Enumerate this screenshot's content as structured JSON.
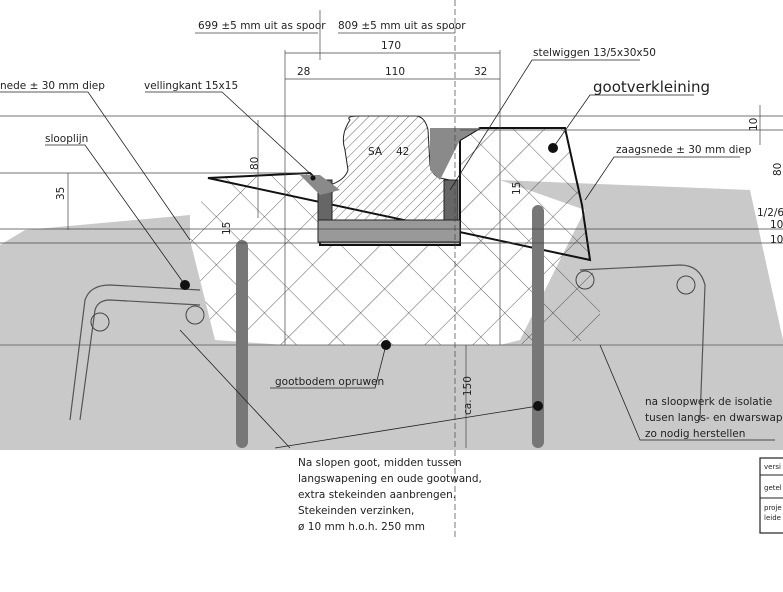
{
  "dimensions": {
    "offset_left": "699 ±5 mm uit as spoor",
    "offset_right": "809 ±5 mm uit as spoor",
    "total_width": "170",
    "left_width": "28",
    "mid_width": "110",
    "right_width": "32",
    "height_80_left": "80",
    "height_35": "35",
    "depth_15_left": "15",
    "depth_15_right": "15",
    "top_10": "10",
    "height_80_right": "80",
    "slope": "1/2/6",
    "layer_10_a": "10",
    "layer_10_b": "10",
    "depth_150": "ca. 150"
  },
  "labels": {
    "saw_cut_left": "nede ± 30 mm diep",
    "chamfer": "vellingkant 15x15",
    "demolition_line": "slooplijn",
    "wedges": "stelwiggen 13/5x30x50",
    "title": "gootverkleining",
    "saw_cut_right": "zaagsnede ± 30 mm diep",
    "rail_type": "SA",
    "rail_number": "42",
    "channel_bottom": "gootbodem opruwen"
  },
  "notes": {
    "insulation": [
      "na sloopwerk de isolatie",
      "tusen langs- en dwarswap",
      "zo nodig herstellen"
    ],
    "dowels": [
      "Na slopen goot, midden tussen",
      "langswapening en oude gootwand,",
      "extra stekeinden aanbrengen.",
      "Stekeinden verzinken,",
      "ø 10 mm h.o.h. 250 mm"
    ]
  },
  "title_block": {
    "rows": [
      "versi",
      "getel",
      "proje",
      "leide"
    ]
  },
  "colors": {
    "concrete": "#c9c9c9",
    "line": "#222222",
    "rail_fill": "#8a8a8a"
  }
}
